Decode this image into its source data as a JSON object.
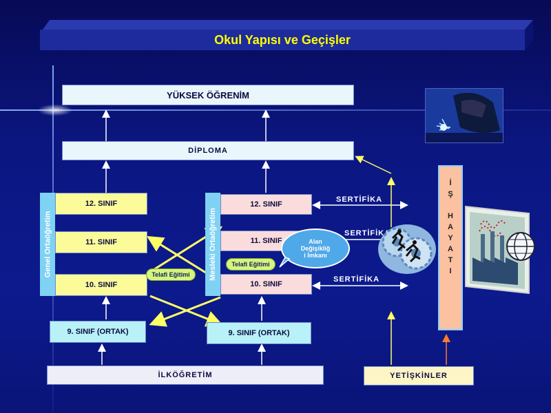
{
  "title": "Okul Yapısı ve Geçişler",
  "boxes": {
    "yuksek": "YÜKSEK ÖĞRENİM",
    "diploma": "DİPLOMA",
    "g12": "12. SINIF",
    "g11": "11. SINIF",
    "g10": "10. SINIF",
    "g9": "9. SINIF (ORTAK)",
    "m12": "12. SINIF",
    "m11": "11. SINIF",
    "m10": "10. SINIF",
    "m9": "9. SINIF (ORTAK)",
    "ilkogretim": "İLKÖĞRETİM",
    "yetiskinler": "YETİŞKİNLER"
  },
  "side_labels": {
    "genel": "Genel Ortaöğretim",
    "mesleki": "Mesleki Ortaöğretim"
  },
  "sertifika": [
    "SERTİFİKA",
    "SERTİFİKA",
    "SERTİFİKA"
  ],
  "telafi": [
    "Telafi Eğitimi",
    "Telafi Eğitimi"
  ],
  "alan_degisikligi": [
    "Alan",
    "Değişikliğ",
    "i İmkanı"
  ],
  "is_hayati_letters": [
    "İ",
    "Ş",
    "",
    "H",
    "A",
    "Y",
    "A",
    "T",
    "I"
  ],
  "colors": {
    "title_text": "#ffff00",
    "arrow": "#ffff66",
    "arrow_orange": "#ff7a30"
  }
}
